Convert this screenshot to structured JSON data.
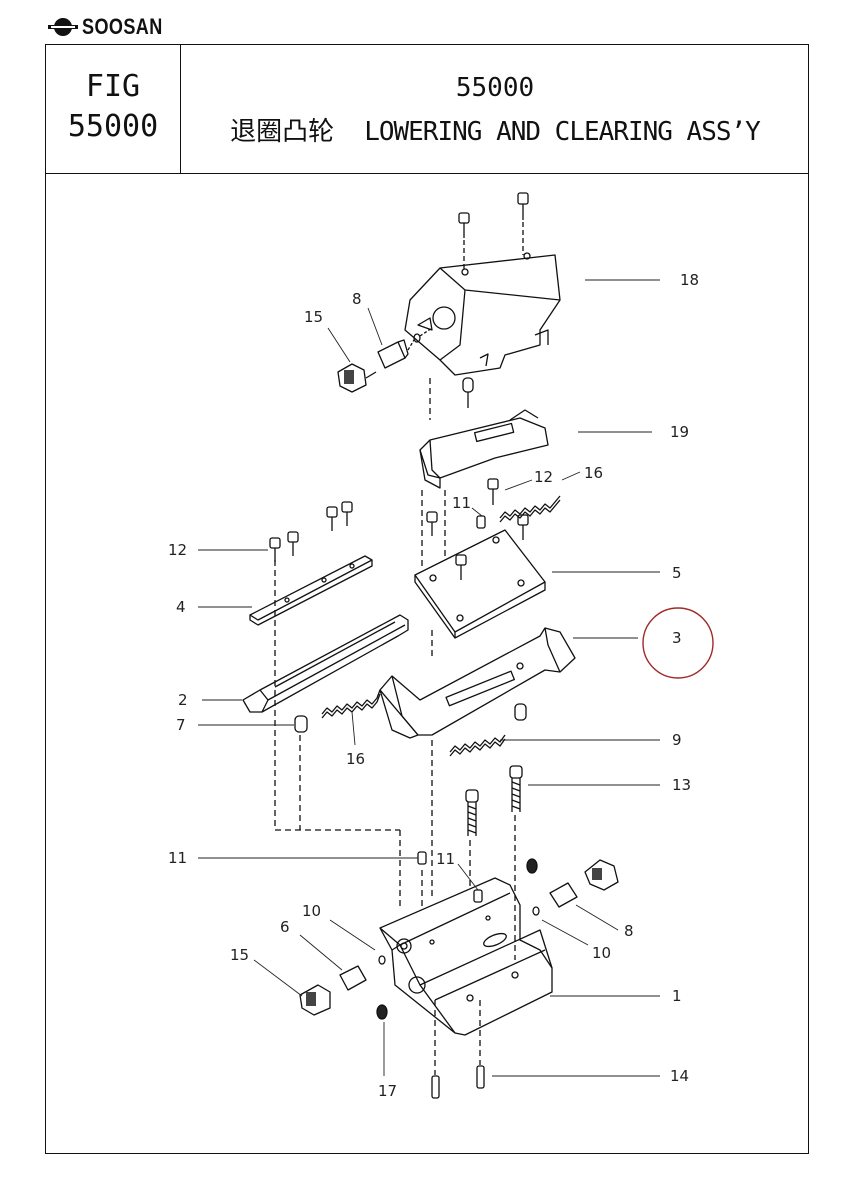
{
  "brand": {
    "name": "SOOSAN",
    "logo_icon": "soosan-logo-icon"
  },
  "figure": {
    "label": "FIG",
    "number": "55000"
  },
  "title": {
    "code": "55000",
    "name_cn": "退圈凸轮",
    "name_en": "LOWERING AND CLEARING ASS’Y"
  },
  "callouts": [
    "18",
    "8",
    "15",
    "19",
    "12",
    "16",
    "11",
    "12",
    "4",
    "5",
    "3",
    "2",
    "7",
    "16",
    "9",
    "13",
    "11",
    "11",
    "10",
    "6",
    "15",
    "8",
    "10",
    "1",
    "17",
    "14"
  ],
  "colors": {
    "ink": "#111111",
    "highlight": "#a02a2a"
  }
}
